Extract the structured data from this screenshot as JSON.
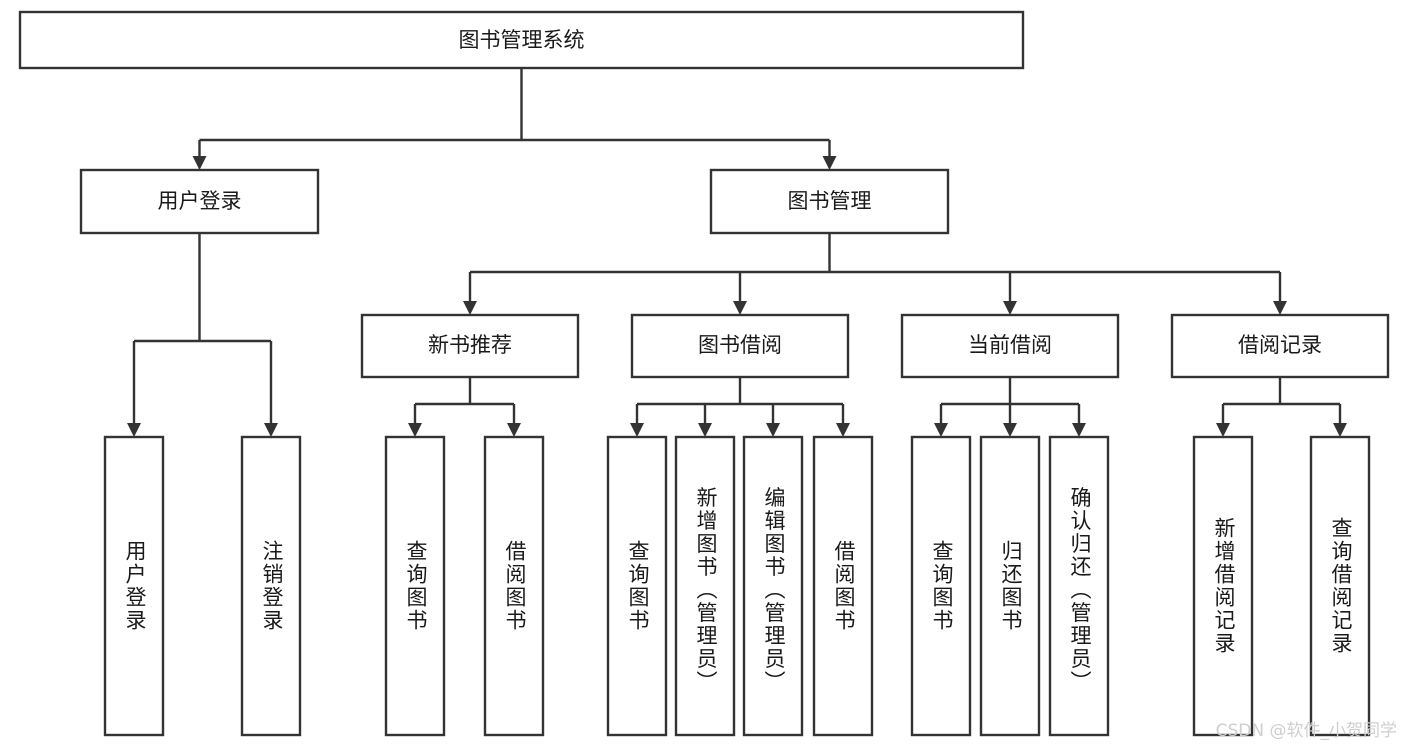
{
  "diagram": {
    "title": "图书管理系统",
    "type": "hierarchy-tree",
    "watermark": "CSDN @软件_小贺同学",
    "colors": {
      "stroke": "#333333",
      "fill": "#ffffff",
      "text": "#1a1a1a",
      "watermark": "#cfcfcf"
    },
    "root": {
      "label": "图书管理系统"
    },
    "level1": [
      {
        "label": "用户登录"
      },
      {
        "label": "图书管理"
      }
    ],
    "level2": [
      {
        "label": "新书推荐"
      },
      {
        "label": "图书借阅"
      },
      {
        "label": "当前借阅"
      },
      {
        "label": "借阅记录"
      }
    ],
    "leaves": {
      "user_login": [
        {
          "label": "用户登录"
        },
        {
          "label": "注销登录"
        }
      ],
      "new_book_recommend": [
        {
          "label": "查询图书"
        },
        {
          "label": "借阅图书"
        }
      ],
      "book_borrow": [
        {
          "label": "查询图书"
        },
        {
          "label": "新增图书（管理员）"
        },
        {
          "label": "编辑图书（管理员）"
        },
        {
          "label": "借阅图书"
        }
      ],
      "current_borrow": [
        {
          "label": "查询图书"
        },
        {
          "label": "归还图书"
        },
        {
          "label": "确认归还（管理员）"
        }
      ],
      "borrow_records": [
        {
          "label": "新增借阅记录"
        },
        {
          "label": "查询借阅记录"
        }
      ]
    }
  }
}
